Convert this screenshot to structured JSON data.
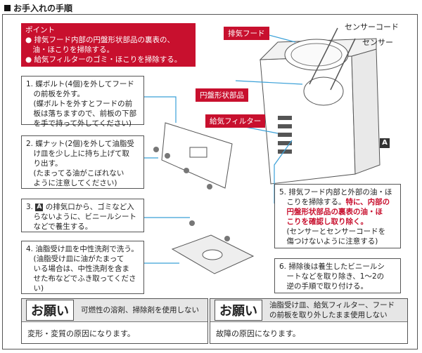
{
  "title": "お手入れの手順",
  "point": {
    "heading": "ポイント",
    "lines": [
      "● 排気フード内部の円盤形状部品の裏表の、",
      "　油・ほこりを掃除する。",
      "● 給気フィルターのゴミ・ほこりを掃除する。"
    ]
  },
  "labels": {
    "exhaust_hood": "排気フード",
    "disc_part": "円盤形状部品",
    "intake_filter": "給気フィルター",
    "sensor_cord": "センサーコード",
    "sensor": "センサー",
    "a": "A"
  },
  "steps": {
    "s1": [
      "1. 蝶ボルト(4個)を外してフード",
      "　の前板を外す。",
      "　(蝶ボルトを外すとフードの前",
      "　板は落ちますので、前板の下部",
      "　を手で持って外してください)"
    ],
    "s2": [
      "2. 蝶ナット(2個)を外して油脂受",
      "　け皿を少し上に持ち上げて取",
      "　り出す。",
      "　(たまってる油がこぼれない",
      "　ように注意してください)"
    ],
    "s3_pre": "3. ",
    "s3_a": "A",
    "s3_line1_rest": " の排気口から、ゴミなど入",
    "s3_lines": [
      "　らないように、ビニールシート",
      "　などで養生する。"
    ],
    "s4": [
      "4. 油脂受け皿を中性洗剤で洗う。",
      "　(油脂受け皿に油がたまって",
      "　いる場合は、中性洗剤を含ま",
      "　せた布などでふき取ってくださ",
      "　い)"
    ],
    "s5_lines": [
      "5. 排気フード内部と外部の油・ほ",
      "　こりを掃除する。"
    ],
    "s5_red_inline": "特に、内部の",
    "s5_red": [
      "　円盤形状部品の裏表の油・ほ",
      "　こりを確認し取り除く。"
    ],
    "s5_tail": [
      "　(センサーとセンサーコードを",
      "　傷つけないように注意する)"
    ],
    "s6": [
      "6. 掃除後は養生したビニールシ",
      "　ートなどを取り除き、1～2の",
      "　逆の手順で取り付ける。"
    ]
  },
  "warnings": [
    {
      "chip": "お願い",
      "head": [
        "可燃性の溶剤、掃除剤を使用しない"
      ],
      "body": "変形・変質の原因になります。"
    },
    {
      "chip": "お願い",
      "head": [
        "油脂受け皿、給気フィルター、フード",
        "の前板を取り外したまま使用しない"
      ],
      "body": "故障の原因になります。"
    }
  ]
}
